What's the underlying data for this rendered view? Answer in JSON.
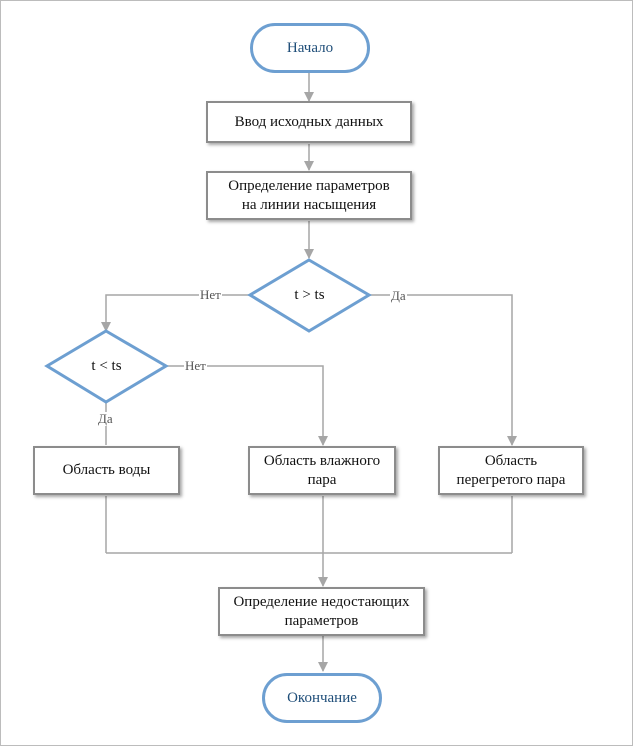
{
  "nodes": {
    "start": "Начало",
    "input": "Ввод исходных данных",
    "saturation_line1": "Определение параметров",
    "saturation_line2": "на линии насыщения",
    "decision_main": "t > ts",
    "decision_sub": "t < ts",
    "water": "Область воды",
    "wet_steam_line1": "Область влажного",
    "wet_steam_line2": "пара",
    "superheated_line1": "Область",
    "superheated_line2": "перегретого пара",
    "missing_params_line1": "Определение недостающих",
    "missing_params_line2": "параметров",
    "end": "Окончание"
  },
  "edge_labels": {
    "main_no": "Нет",
    "main_yes": "Да",
    "sub_no": "Нет",
    "sub_yes": "Да"
  },
  "colors": {
    "terminal_border": "#6d9fd1",
    "terminal_text": "#1f4e79",
    "box_border": "#8c8c8c",
    "connector": "#a6a6a6"
  }
}
